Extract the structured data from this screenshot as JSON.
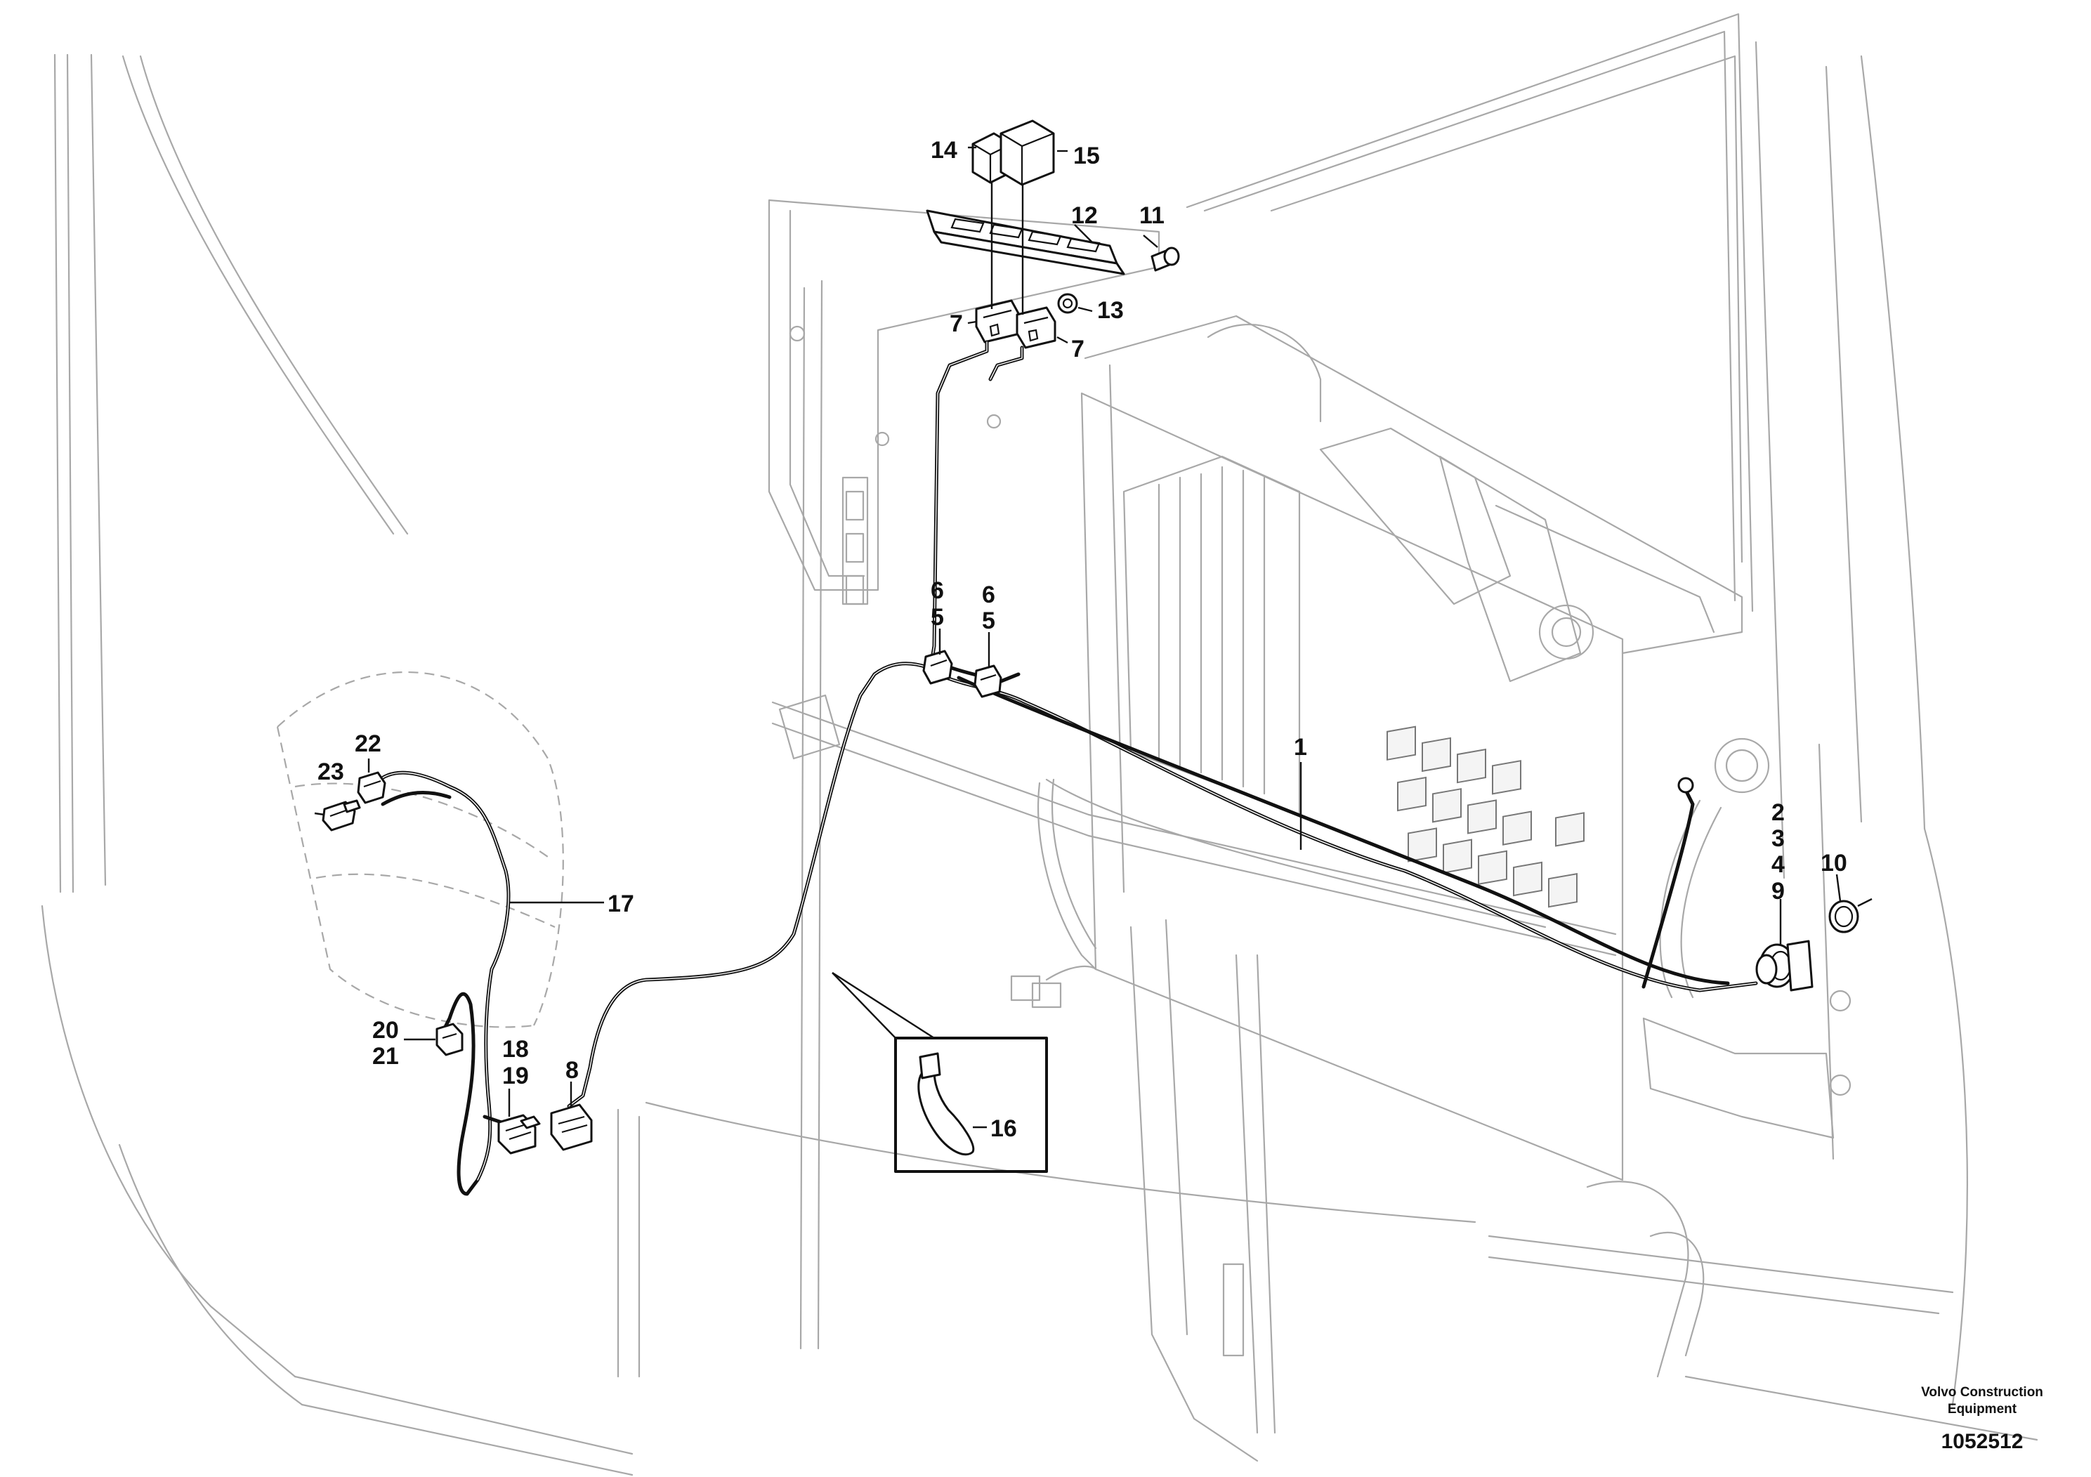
{
  "callouts": {
    "c1": "1",
    "c2": "2",
    "c3": "3",
    "c4": "4",
    "c5a": "5",
    "c5b": "5",
    "c6a": "6",
    "c6b": "6",
    "c7a": "7",
    "c7b": "7",
    "c8": "8",
    "c9": "9",
    "c10": "10",
    "c11": "11",
    "c12": "12",
    "c13": "13",
    "c14": "14",
    "c15": "15",
    "c16": "16",
    "c17": "17",
    "c18": "18",
    "c19": "19",
    "c20": "20",
    "c21": "21",
    "c22": "22",
    "c23": "23"
  },
  "footer": {
    "brand_line1": "Volvo Construction",
    "brand_line2": "Equipment",
    "reference_number": "1052512"
  }
}
